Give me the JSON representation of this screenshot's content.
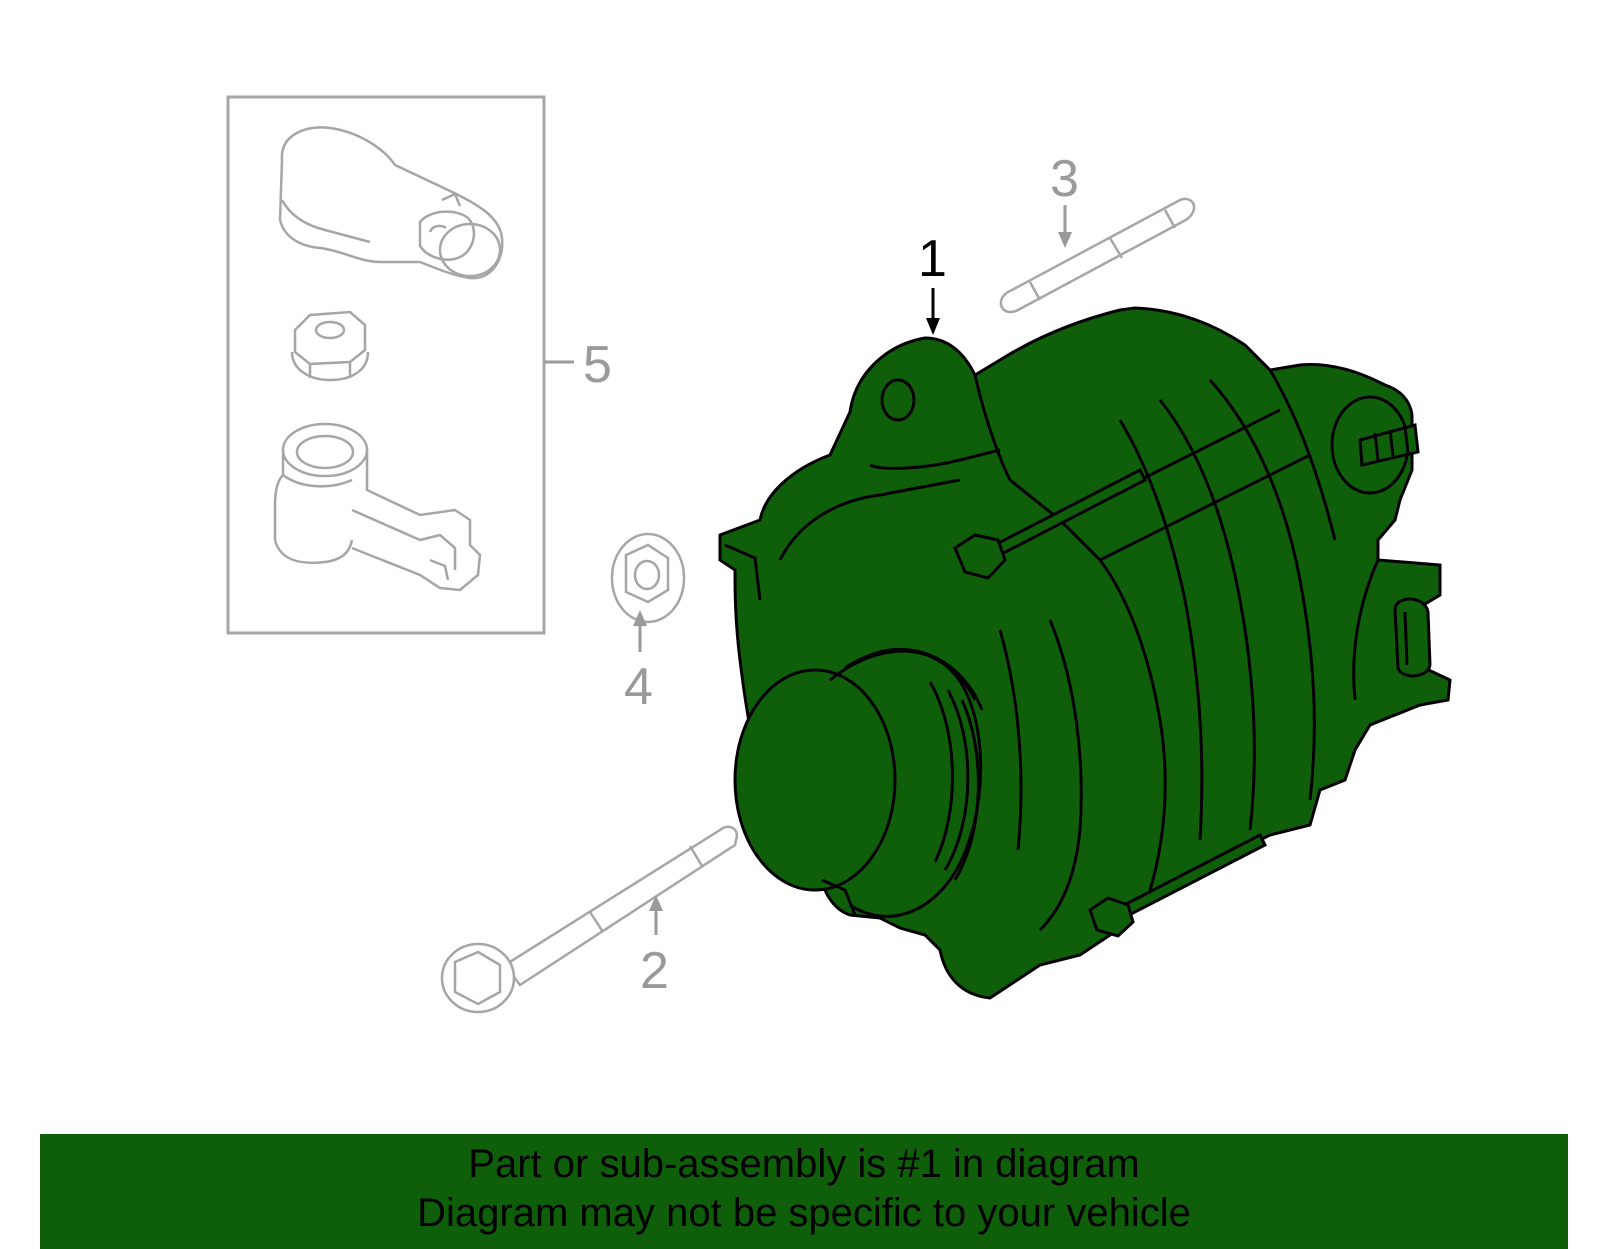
{
  "diagram": {
    "callouts": {
      "c1": "1",
      "c2": "2",
      "c3": "3",
      "c4": "4",
      "c5": "5"
    },
    "highlighted_part": "1",
    "colors": {
      "highlight_fill": "#0f5f0a",
      "banner_background": "#0f5f0a",
      "part_outline": "#a6a6a6"
    }
  },
  "banner": {
    "line1": "Part or sub-assembly is #1 in diagram",
    "line2": "Diagram may not be specific to your vehicle"
  }
}
